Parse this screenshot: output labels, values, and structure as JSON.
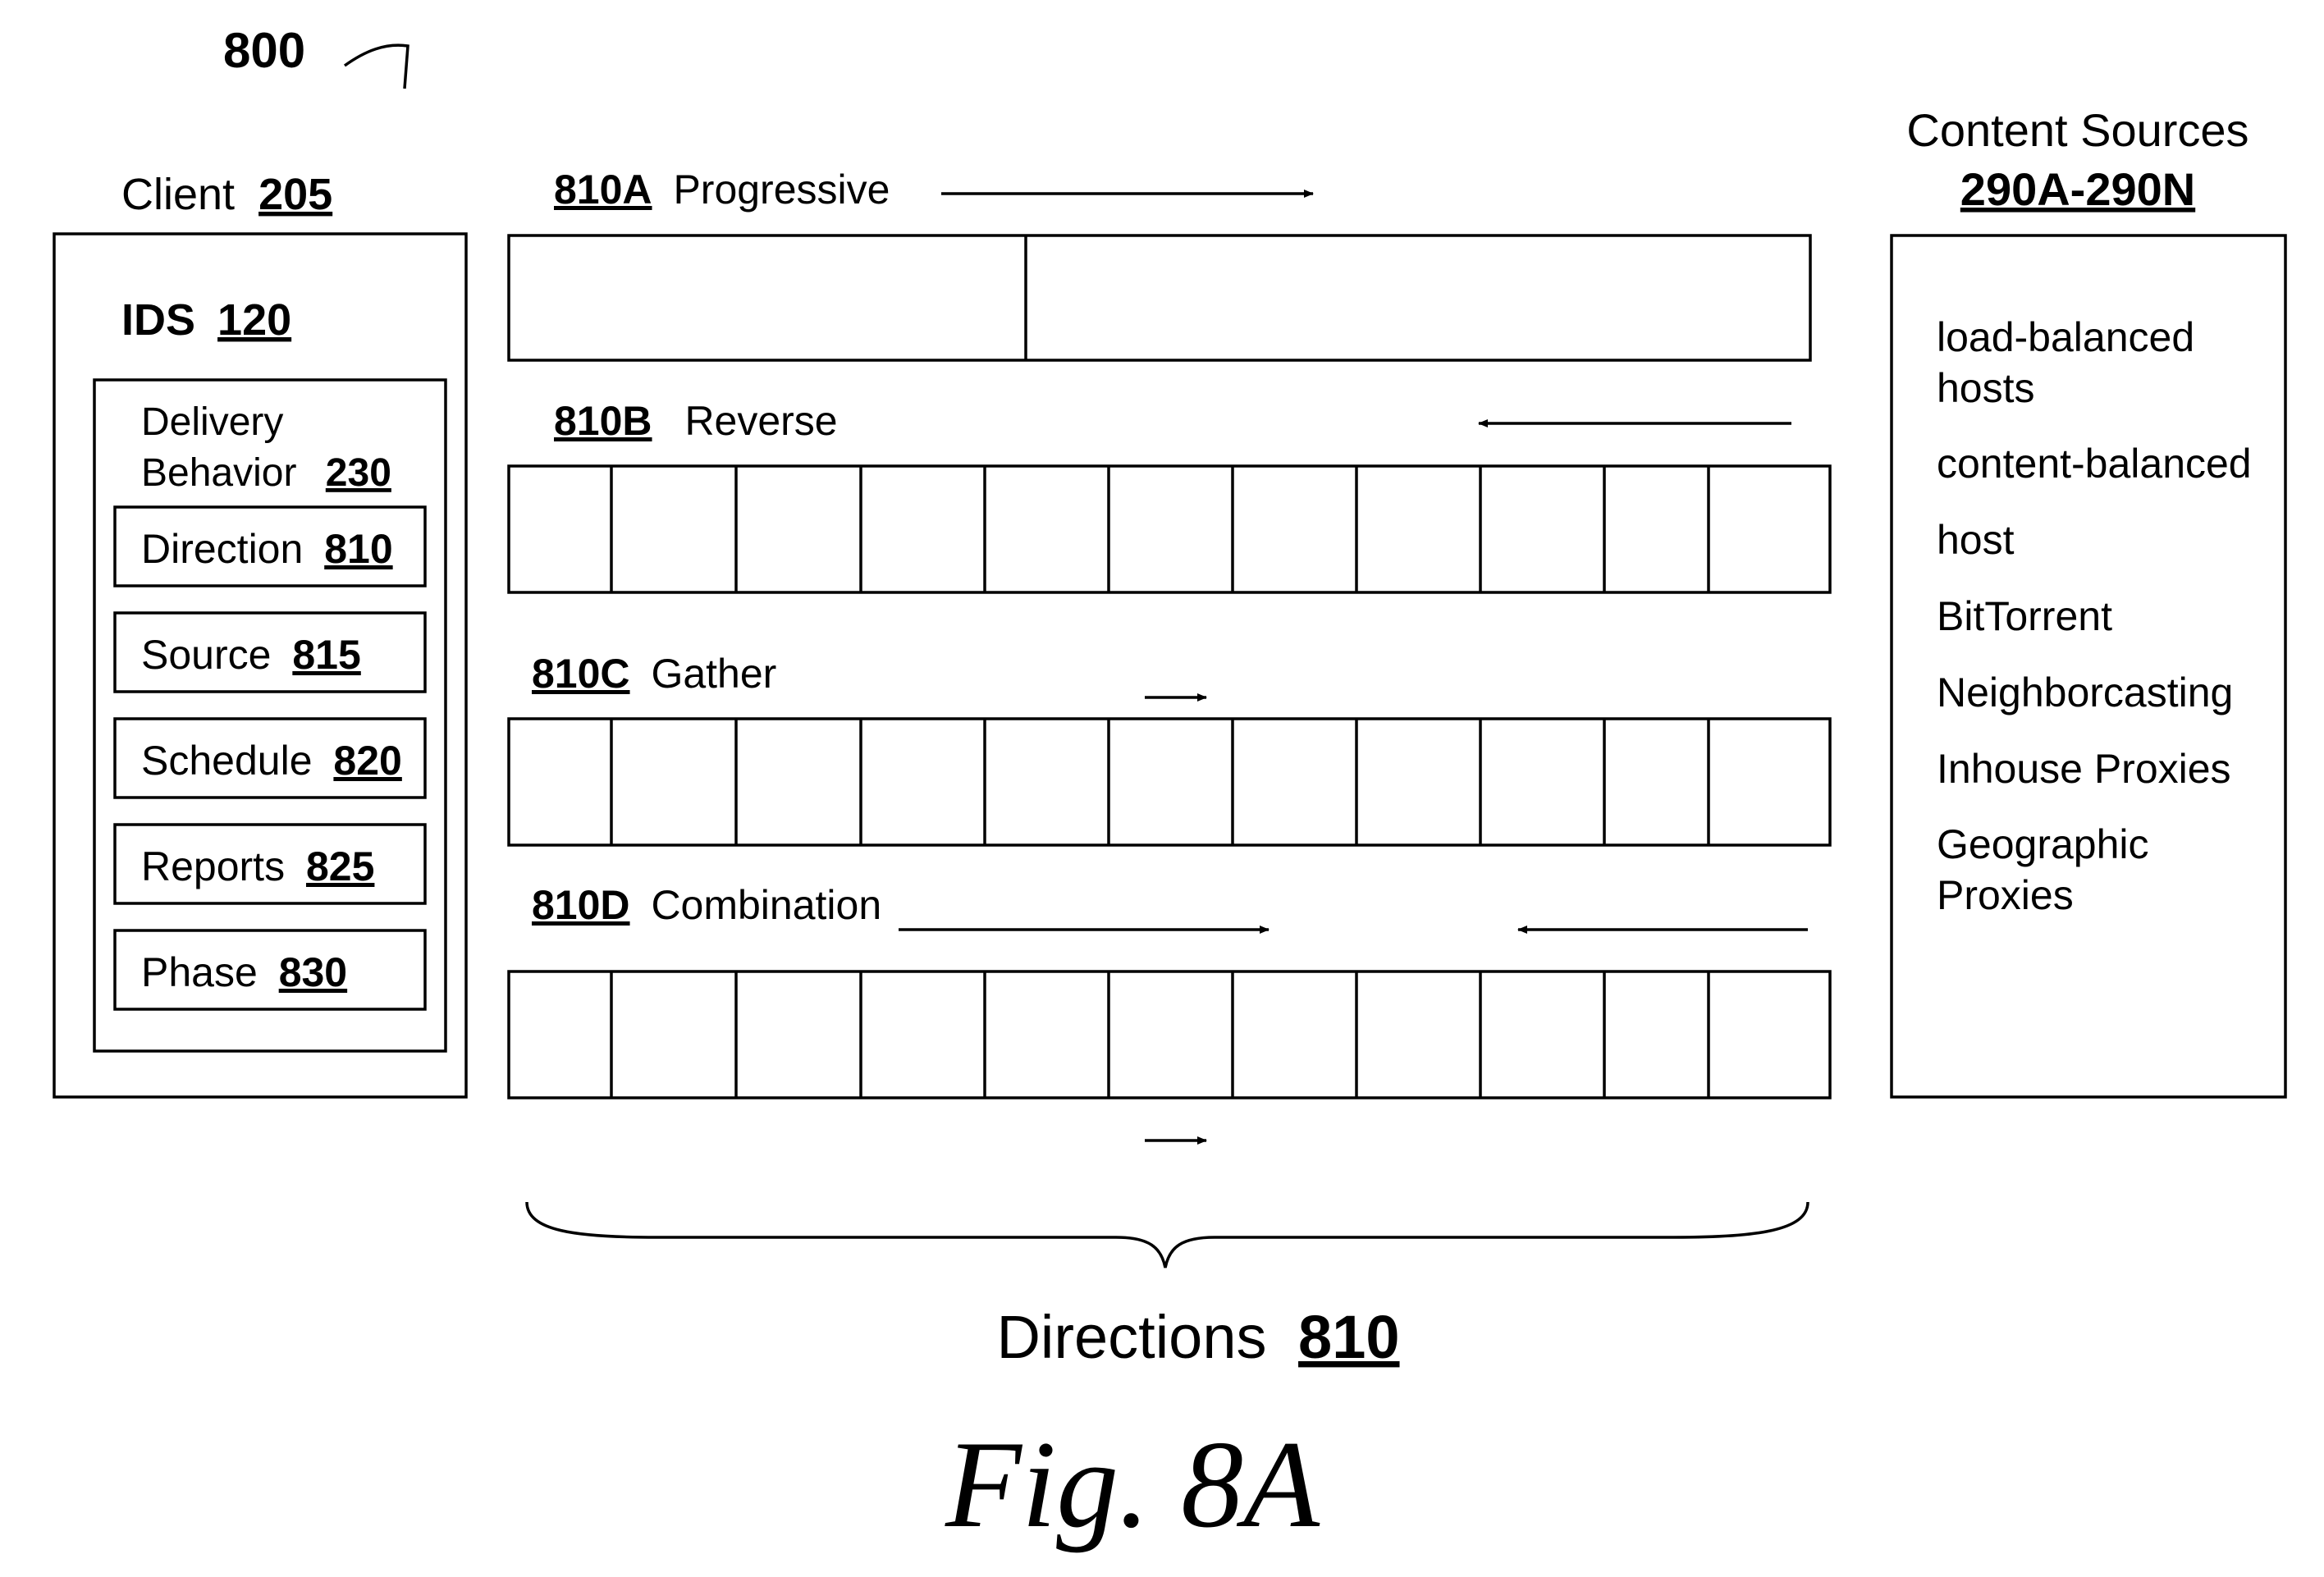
{
  "figure": {
    "ref": "800",
    "caption": "Fig. 8A"
  },
  "client": {
    "title": "Client",
    "ref": "205",
    "ids_title": "IDS",
    "ids_ref": "120",
    "delivery_title_1": "Delivery",
    "delivery_title_2": "Behavior",
    "delivery_ref": "230",
    "items": [
      {
        "label": "Direction",
        "ref": "810"
      },
      {
        "label": "Source",
        "ref": "815"
      },
      {
        "label": "Schedule",
        "ref": "820"
      },
      {
        "label": "Reports",
        "ref": "825"
      },
      {
        "label": "Phase",
        "ref": "830"
      }
    ]
  },
  "directions": {
    "rows": [
      {
        "ref": "810A",
        "label": "Progressive",
        "segments": 2
      },
      {
        "ref": "810B",
        "label": "Reverse",
        "segments": 11
      },
      {
        "ref": "810C",
        "label": "Gather",
        "segments": 11
      },
      {
        "ref": "810D",
        "label": "Combination",
        "segments": 11
      }
    ],
    "brace_label": "Directions",
    "brace_ref": "810"
  },
  "content_sources": {
    "title": "Content Sources",
    "ref": "290A-290N",
    "items": [
      [
        "load-balanced",
        "hosts"
      ],
      [
        "content-balanced"
      ],
      [
        "host"
      ],
      [
        "BitTorrent"
      ],
      [
        "Neighborcasting"
      ],
      [
        "Inhouse Proxies"
      ],
      [
        "Geographic",
        "Proxies"
      ]
    ]
  }
}
